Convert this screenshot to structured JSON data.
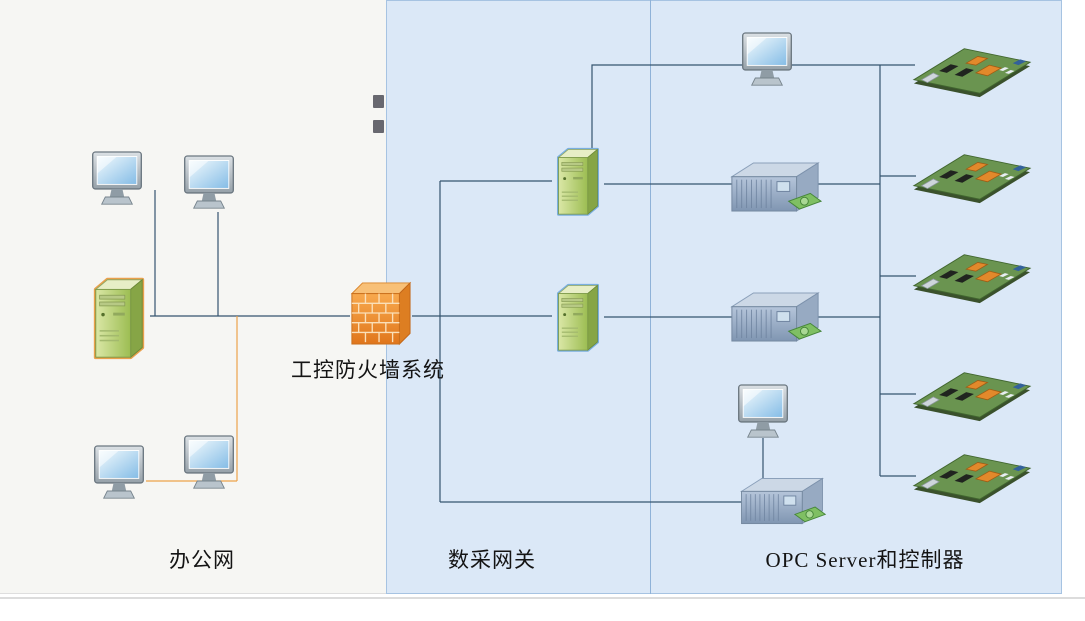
{
  "diagram": {
    "type": "network-topology-diagram",
    "labels": {
      "firewall": "工控防火墙系统"
    },
    "sections": [
      {
        "id": "office",
        "label": "办公网"
      },
      {
        "id": "gateway",
        "label": "数采网关"
      },
      {
        "id": "opc",
        "label": "OPC Server和控制器"
      }
    ],
    "nodes": [
      {
        "id": "office-pc-1",
        "type": "monitor",
        "section": "office"
      },
      {
        "id": "office-pc-2",
        "type": "monitor",
        "section": "office"
      },
      {
        "id": "office-server",
        "type": "tower-server",
        "section": "office",
        "accent": "#e8973a"
      },
      {
        "id": "office-pc-3",
        "type": "monitor",
        "section": "office"
      },
      {
        "id": "office-pc-4",
        "type": "monitor",
        "section": "office"
      },
      {
        "id": "industrial-firewall",
        "type": "firewall",
        "section": "boundary"
      },
      {
        "id": "gateway-server-1",
        "type": "tower-server",
        "section": "gateway",
        "accent": "#6fa8dc"
      },
      {
        "id": "gateway-server-2",
        "type": "tower-server",
        "section": "gateway",
        "accent": "#6fa8dc"
      },
      {
        "id": "opc-monitor-1",
        "type": "monitor",
        "section": "opc"
      },
      {
        "id": "opc-server-1",
        "type": "rack-server",
        "section": "opc"
      },
      {
        "id": "opc-server-2",
        "type": "rack-server",
        "section": "opc"
      },
      {
        "id": "opc-monitor-2",
        "type": "monitor",
        "section": "opc"
      },
      {
        "id": "opc-server-3",
        "type": "rack-server",
        "section": "opc"
      },
      {
        "id": "controller-1",
        "type": "controller-board",
        "section": "opc"
      },
      {
        "id": "controller-2",
        "type": "controller-board",
        "section": "opc"
      },
      {
        "id": "controller-3",
        "type": "controller-board",
        "section": "opc"
      },
      {
        "id": "controller-4",
        "type": "controller-board",
        "section": "opc"
      },
      {
        "id": "controller-5",
        "type": "controller-board",
        "section": "opc"
      }
    ],
    "colors": {
      "office_background": "#f6f6f3",
      "blue_background": "#dbe8f7",
      "panel_border": "#a6c3e2",
      "divider": "#8fb2d8",
      "wire": "#35546f",
      "wire_orange": "#eca24a",
      "firewall_brick": "#ef9426",
      "tower_green": "#a8c55e",
      "gateway_accent": "#6fa8dc",
      "office_server_accent": "#e8973a",
      "rack_blue": "#9db1c9",
      "controller_green": "#6a9450"
    }
  }
}
